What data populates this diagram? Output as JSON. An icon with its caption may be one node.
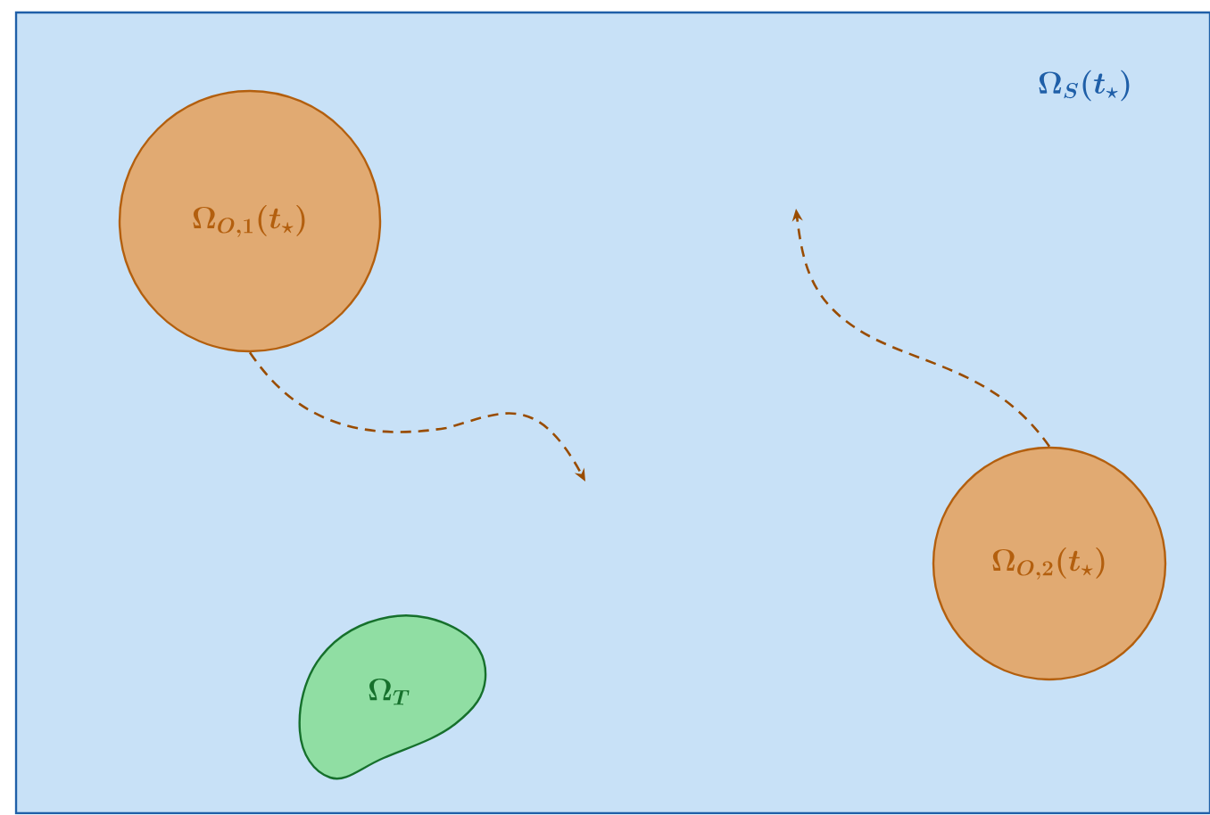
{
  "diagram": {
    "nodes": [
      {
        "text": [
          "\\Omega_{S}(t_{\\star})"
        ]
      },
      {
        "text": [
          "\\Omega_{O,1}(t_{\\star})"
        ],
        "in": 0
      },
      {
        "text": [
          "\\Omega_{O,2}(t_{\\star})"
        ],
        "in": 0
      },
      {
        "text": [
          "\\Omega_{T}"
        ],
        "in": 0
      }
    ],
    "edges": [
      {
        "from": 1,
        "to": null,
        "arrow": "to",
        "style": "dashed"
      },
      {
        "from": 2,
        "to": null,
        "arrow": "to",
        "style": "dashed"
      }
    ]
  }
}
